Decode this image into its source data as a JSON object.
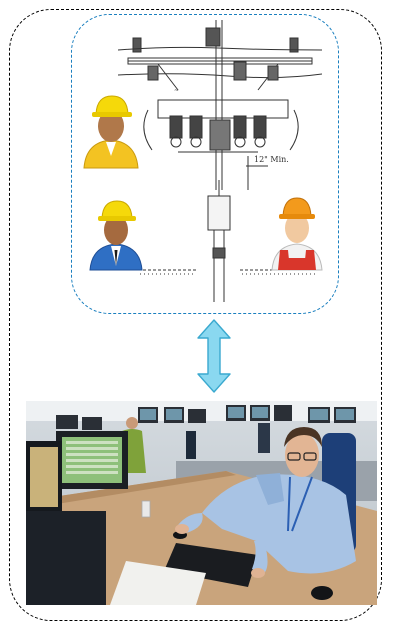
{
  "diagram": {
    "pole_drawing": {
      "labels": [
        "12\" Min."
      ]
    },
    "workers": [
      {
        "name": "worker-yellow-hat-yellow-shirt"
      },
      {
        "name": "worker-yellow-hat-blue-suit"
      },
      {
        "name": "worker-orange-hat-red-overalls"
      }
    ],
    "connector": {
      "icon": "double-arrow-vertical",
      "color": "#7fd3ee"
    },
    "photo": {
      "subject": "control-room-operator"
    }
  }
}
